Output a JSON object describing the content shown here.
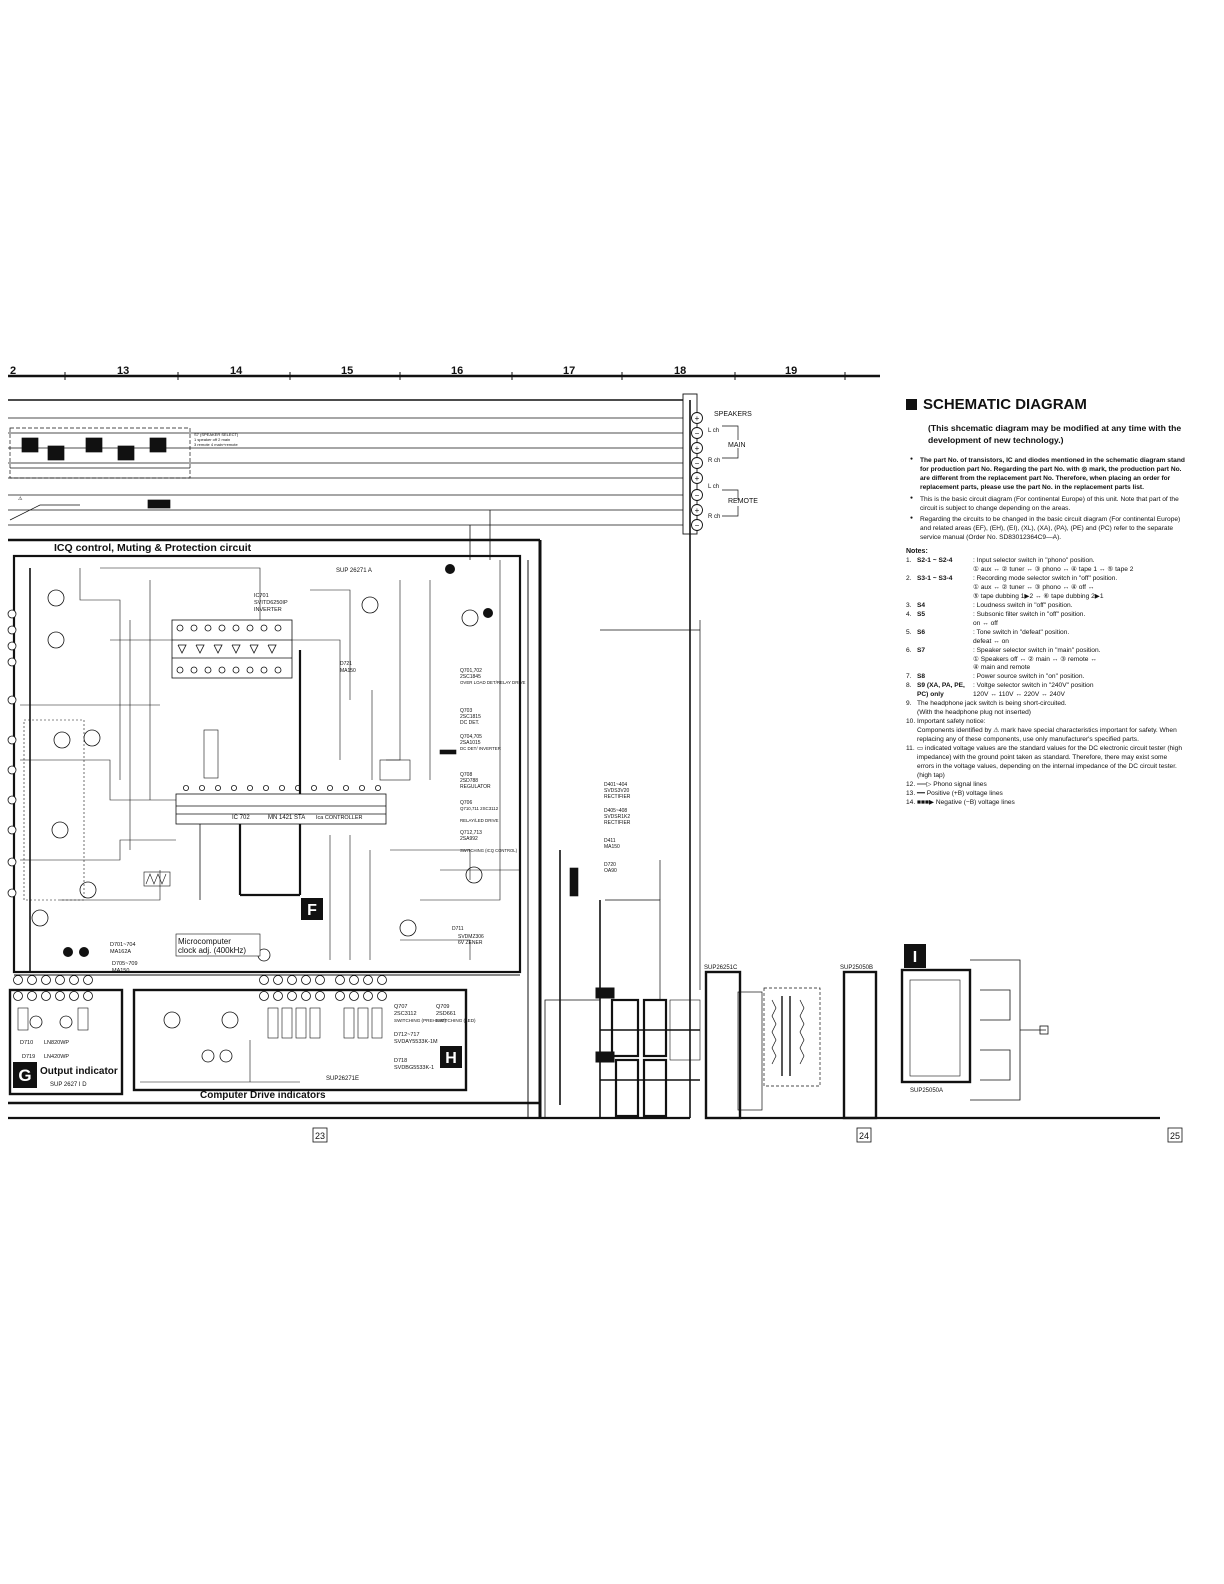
{
  "grid_numbers": [
    "2",
    "13",
    "14",
    "15",
    "16",
    "17",
    "18",
    "19"
  ],
  "page_numbers": [
    "23",
    "24",
    "25"
  ],
  "block_labels": {
    "f": "F",
    "g": "G",
    "h": "H",
    "i": "I"
  },
  "section_titles": {
    "icq": "ICQ control, Muting & Protection circuit",
    "output": "Output indicator",
    "computer": "Computer Drive indicators",
    "microcomputer_1": "Microcomputer",
    "microcomputer_2": "clock adj. (400kHz)"
  },
  "board_ids": [
    "SUP 26271 A",
    "SUP 2627 I D",
    "SUP26271E",
    "SUP26251C",
    "SUP25050B",
    "SUP25050A"
  ],
  "terminal_labels": {
    "speakers": "SPEAKERS",
    "main": "MAIN",
    "remote": "REMOTE",
    "l_ch": "L ch",
    "r_ch": "R ch"
  },
  "ic_labels": {
    "ic701_ref": "IC701",
    "ic701_part": "SVITD6250IP",
    "ic701_func": "INVERTER",
    "ic702_ref": "IC 702",
    "ic702_part": "MN 1421 STA",
    "ic702_func": "Ica CONTROLLER"
  },
  "part_callouts": [
    {
      "ref": "Q701,702",
      "part": "2SC1845",
      "desc": "OVER LOAD DET/RELAY DRIVE"
    },
    {
      "ref": "Q703",
      "part": "2SC1815",
      "desc": "DC DET."
    },
    {
      "ref": "Q704,705",
      "part": "2SA1015",
      "desc": "DC DET/ INVERTER"
    },
    {
      "ref": "Q708",
      "part": "2SD788",
      "desc": "REGULATOR"
    },
    {
      "ref": "Q706",
      "part": "Q710,711 2SC3112",
      "desc": "RELAY/LED DRIVE"
    },
    {
      "ref": "Q712,713",
      "part": "2SA992",
      "desc": "SWITCHING (ICQ CONTROL)"
    },
    {
      "ref": "D401~404",
      "part": "SVDS3V20",
      "desc": "RECTIFIER"
    },
    {
      "ref": "D405~408",
      "part": "SVDSR1K2",
      "desc": "RECTIFIER"
    },
    {
      "ref": "D411",
      "part": "MA150",
      "desc": ""
    },
    {
      "ref": "D720",
      "part": "OA90",
      "desc": ""
    },
    {
      "ref": "D711",
      "part": "SVDMZ306",
      "desc": "6V ZENER"
    },
    {
      "ref": "D701~704",
      "part": "MA162A",
      "desc": ""
    },
    {
      "ref": "D705~709",
      "part": "MA150",
      "desc": ""
    },
    {
      "ref": "D710",
      "part": "LN820WP",
      "desc": ""
    },
    {
      "ref": "D719",
      "part": "LN420WP",
      "desc": ""
    },
    {
      "ref": "Q707",
      "part": "2SC3112",
      "desc": "SWITCHING (PREHEAT)"
    },
    {
      "ref": "Q709",
      "part": "2SD661",
      "desc": "SWITCHING (LED)"
    },
    {
      "ref": "D712~717",
      "part": "SVDAY5533K-1M",
      "desc": ""
    },
    {
      "ref": "D718",
      "part": "SVDBG5533K-1",
      "desc": ""
    },
    {
      "ref": "D721",
      "part": "MA150",
      "desc": ""
    }
  ],
  "notes_panel": {
    "title": "SCHEMATIC DIAGRAM",
    "intro": "(This shcematic diagram may be modified at any time with the development of new technology.)",
    "bullets": [
      "The part No. of transistors, IC and diodes mentioned in the schematic diagram stand for production part No. Regarding the part No. with ◎ mark, the production part No. are different from the replacement part No. Therefore, when placing an order for replacement parts, please use the part No. in the replacement parts list.",
      "This is the basic circuit diagram (For continental Europe) of this unit. Note that part of the circuit is subject to change depending on the areas.",
      "Regarding the circuits to be changed in the basic circuit diagram (For continental Europe) and related areas (EF), (EH), (EI), (XL), (XA), (PA), (PE) and (PC) refer to the separate service manual (Order No. SD83012364C9—A)."
    ],
    "notes_heading": "Notes:",
    "notes": [
      {
        "num": "1.",
        "key": "S2-1 ~ S2-4",
        "lines": [
          ": Input selector switch in \"phono\" position.",
          "① aux ↔ ② tuner ↔ ③ phono ↔ ④ tape 1 ↔ ⑤ tape 2"
        ]
      },
      {
        "num": "2.",
        "key": "S3-1 ~ S3-4",
        "lines": [
          ": Recording mode selector switch in \"off\" position.",
          "① aux ↔ ② tuner ↔ ③ phono ↔ ④ off ↔",
          "⑤ tape dubbing 1▶2 ↔ ⑥ tape dubbing 2▶1"
        ]
      },
      {
        "num": "3.",
        "key": "S4",
        "lines": [
          ": Loudness switch in \"off\" position."
        ]
      },
      {
        "num": "4.",
        "key": "S5",
        "lines": [
          ": Subsonic filter switch in \"off\" position.",
          "on ↔ off"
        ]
      },
      {
        "num": "5.",
        "key": "S6",
        "lines": [
          ": Tone switch in \"defeat\" position.",
          "defeat ↔ on"
        ]
      },
      {
        "num": "6.",
        "key": "S7",
        "lines": [
          ": Speaker selector switch in \"main\" position.",
          "① Speakers off ↔ ② main ↔ ③ remote ↔",
          "④ main and remote"
        ]
      },
      {
        "num": "7.",
        "key": "S8",
        "lines": [
          ": Power source switch in \"on\" position."
        ]
      },
      {
        "num": "8.",
        "key": "S9 (XA, PA, PE, PC) only",
        "lines": [
          ": Voltge selector switch in \"240V\" position",
          "120V ↔ 110V ↔ 220V ↔ 240V"
        ]
      },
      {
        "num": "9.",
        "key": "",
        "lines": [
          "The headphone jack switch is being short-circuited.",
          "(With the headphone plug not inserted)"
        ]
      },
      {
        "num": "10.",
        "key": "",
        "lines": [
          "Important safety notice:",
          "Components identified by ⚠ mark have special characteristics important for safety. When replacing any of these components, use only manufacturer's specified parts."
        ]
      },
      {
        "num": "11.",
        "key": "",
        "lines": [
          "▭ indicated voltage values are the standard values for the DC electronic circuit tester (high impedance) with the ground point taken as standard. Therefore, there may exist some errors in the voltage values, depending on the internal impedance of the DC circuit tester. (high tap)"
        ]
      },
      {
        "num": "12.",
        "key": "",
        "lines": [
          "══▷ Phono signal lines"
        ]
      },
      {
        "num": "13.",
        "key": "",
        "lines": [
          "━━ Positive (+B) voltage lines"
        ]
      },
      {
        "num": "14.",
        "key": "",
        "lines": [
          "■■■▶ Negative (−B) voltage lines"
        ]
      }
    ]
  },
  "colors": {
    "ink": "#111111",
    "paper": "#ffffff"
  }
}
